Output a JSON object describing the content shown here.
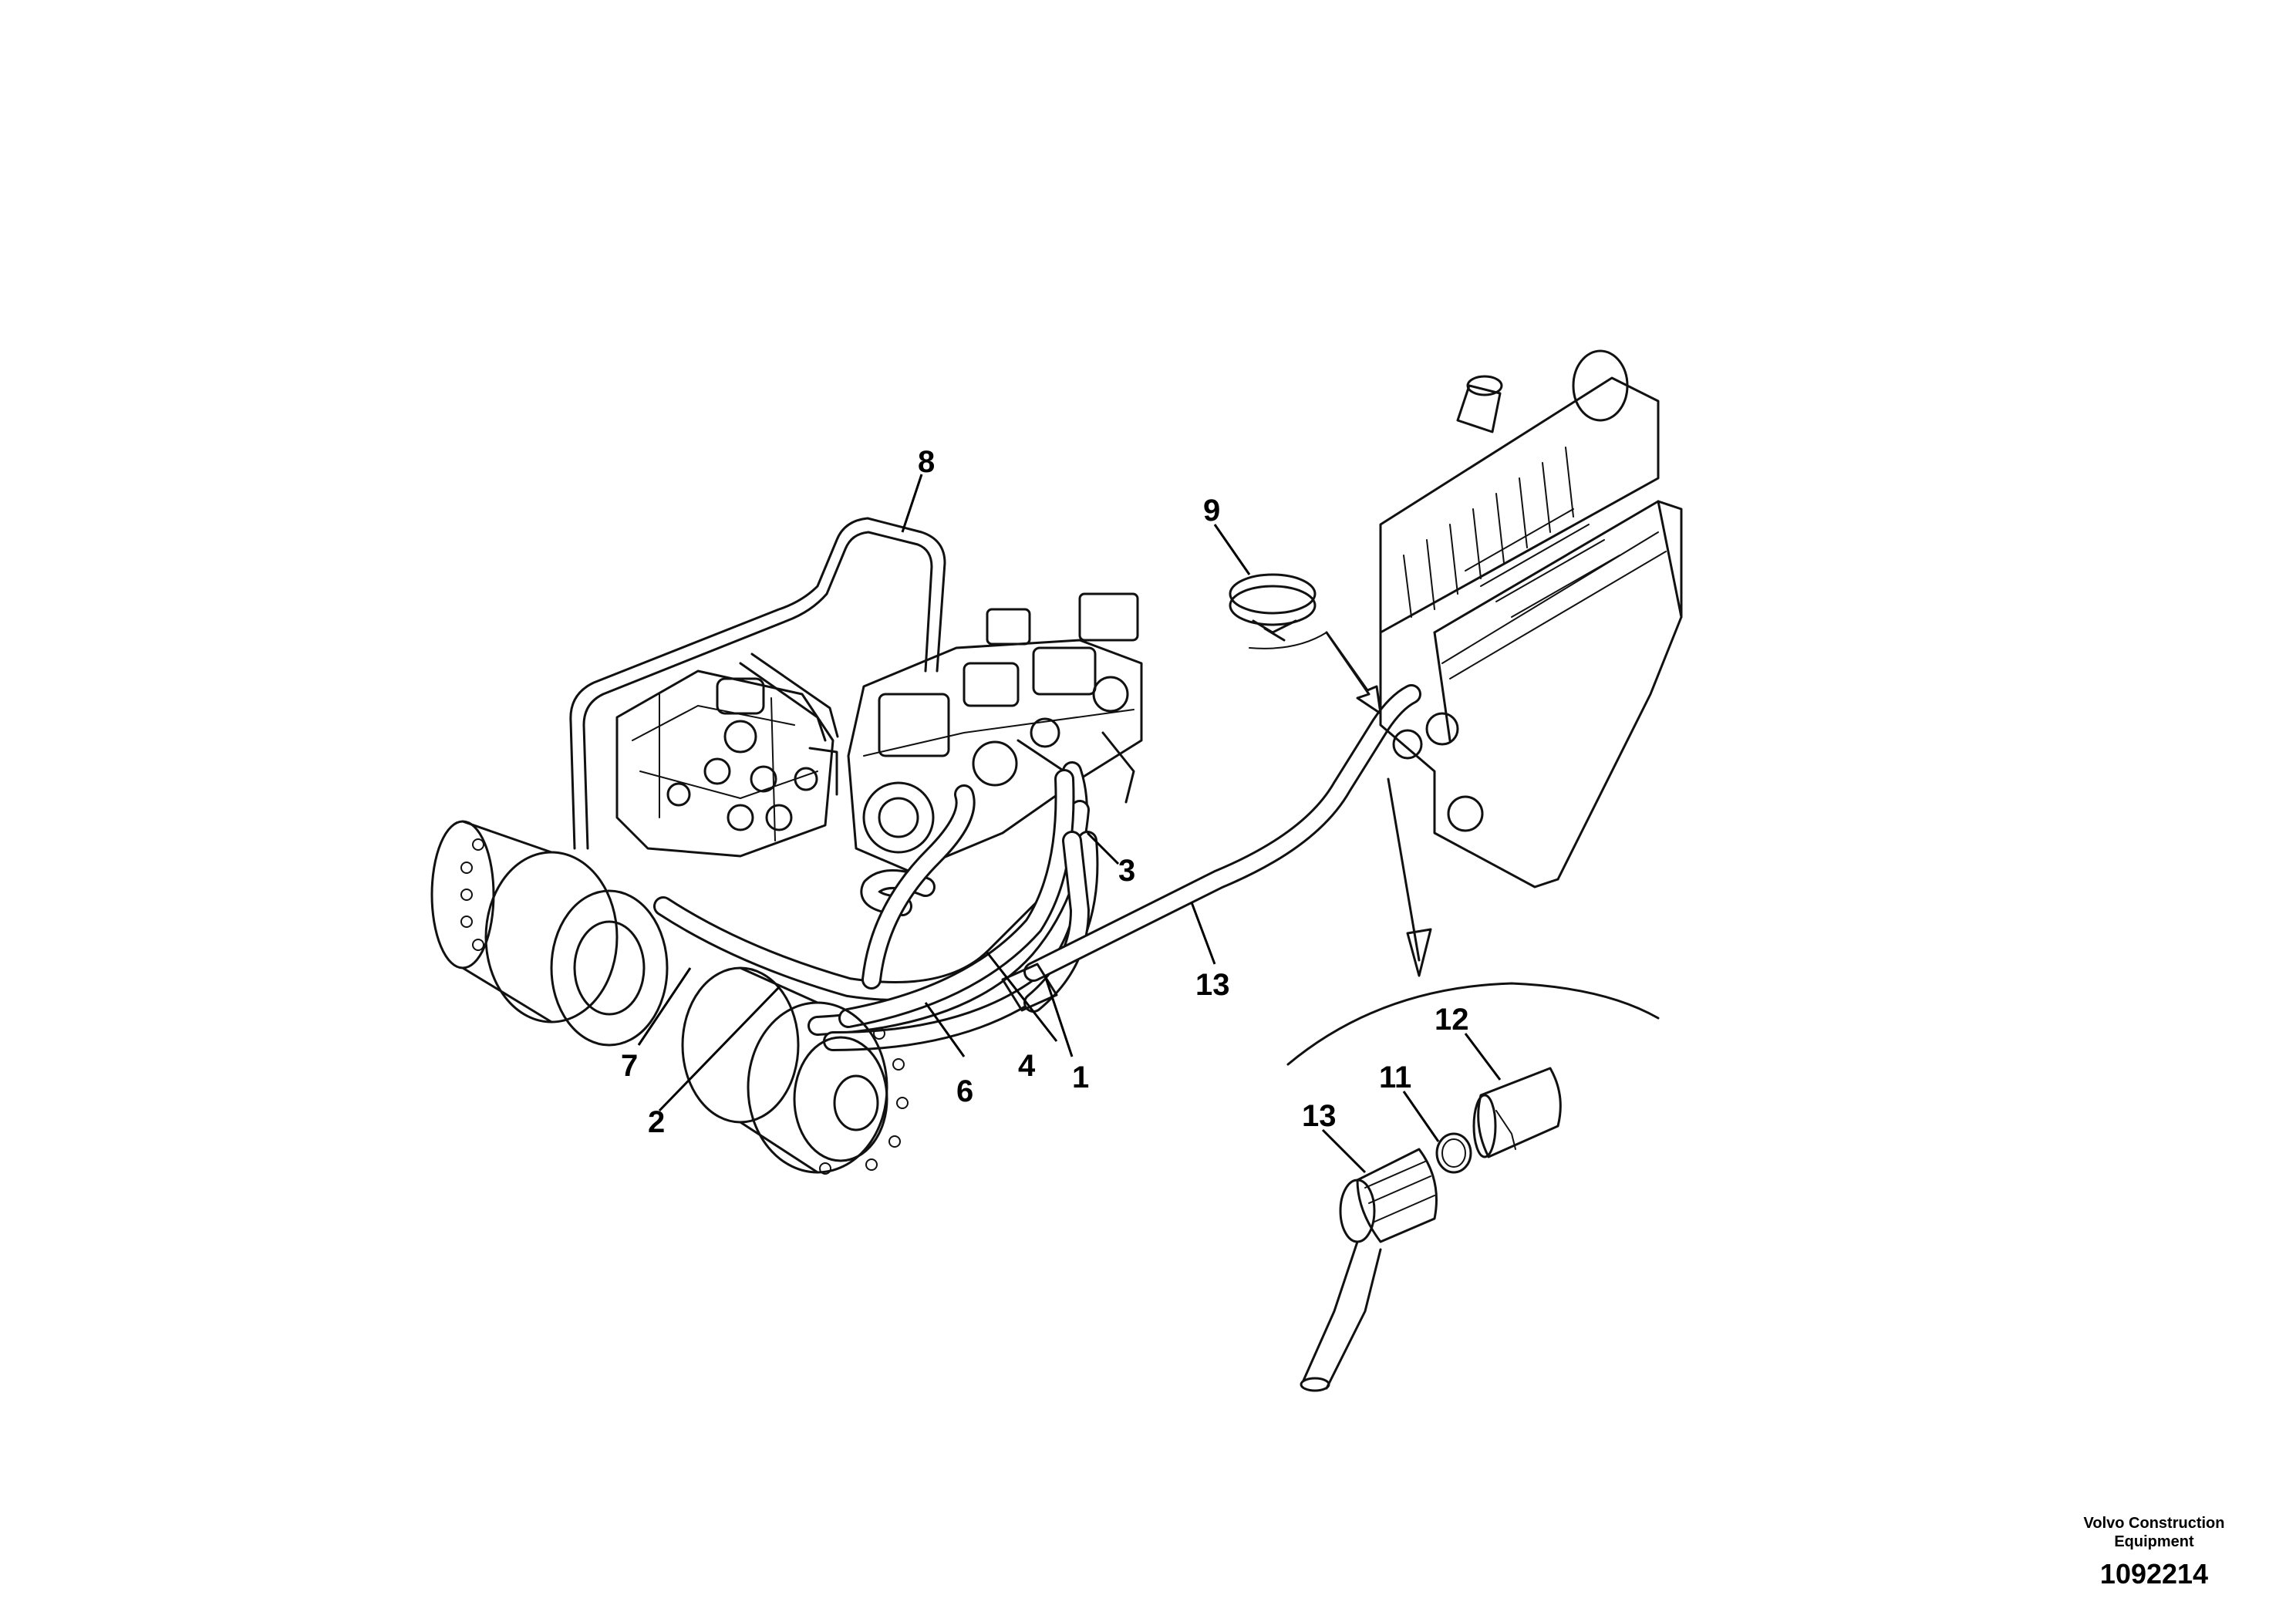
{
  "diagram": {
    "callouts": [
      {
        "id": "c1",
        "label": "1"
      },
      {
        "id": "c2",
        "label": "2"
      },
      {
        "id": "c3",
        "label": "3"
      },
      {
        "id": "c4",
        "label": "4"
      },
      {
        "id": "c6",
        "label": "6"
      },
      {
        "id": "c7",
        "label": "7"
      },
      {
        "id": "c8",
        "label": "8"
      },
      {
        "id": "c9",
        "label": "9"
      },
      {
        "id": "c11",
        "label": "11"
      },
      {
        "id": "c12",
        "label": "12"
      },
      {
        "id": "c13a",
        "label": "13"
      },
      {
        "id": "c13b",
        "label": "13"
      }
    ]
  },
  "footer": {
    "company_line1": "Volvo Construction",
    "company_line2": "Equipment",
    "drawing_number": "1092214"
  }
}
